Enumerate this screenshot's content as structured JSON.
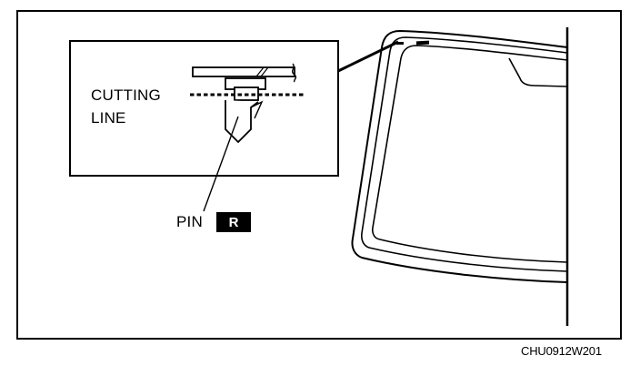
{
  "labels": {
    "cutting_line_1": "CUTTING",
    "cutting_line_2": "LINE",
    "pin": "PIN",
    "pin_badge": "R"
  },
  "figure_code": "CHU0912W201",
  "colors": {
    "ink": "#000000",
    "paper": "#ffffff"
  },
  "icons": {
    "badge": "r-reuse-badge-icon"
  }
}
